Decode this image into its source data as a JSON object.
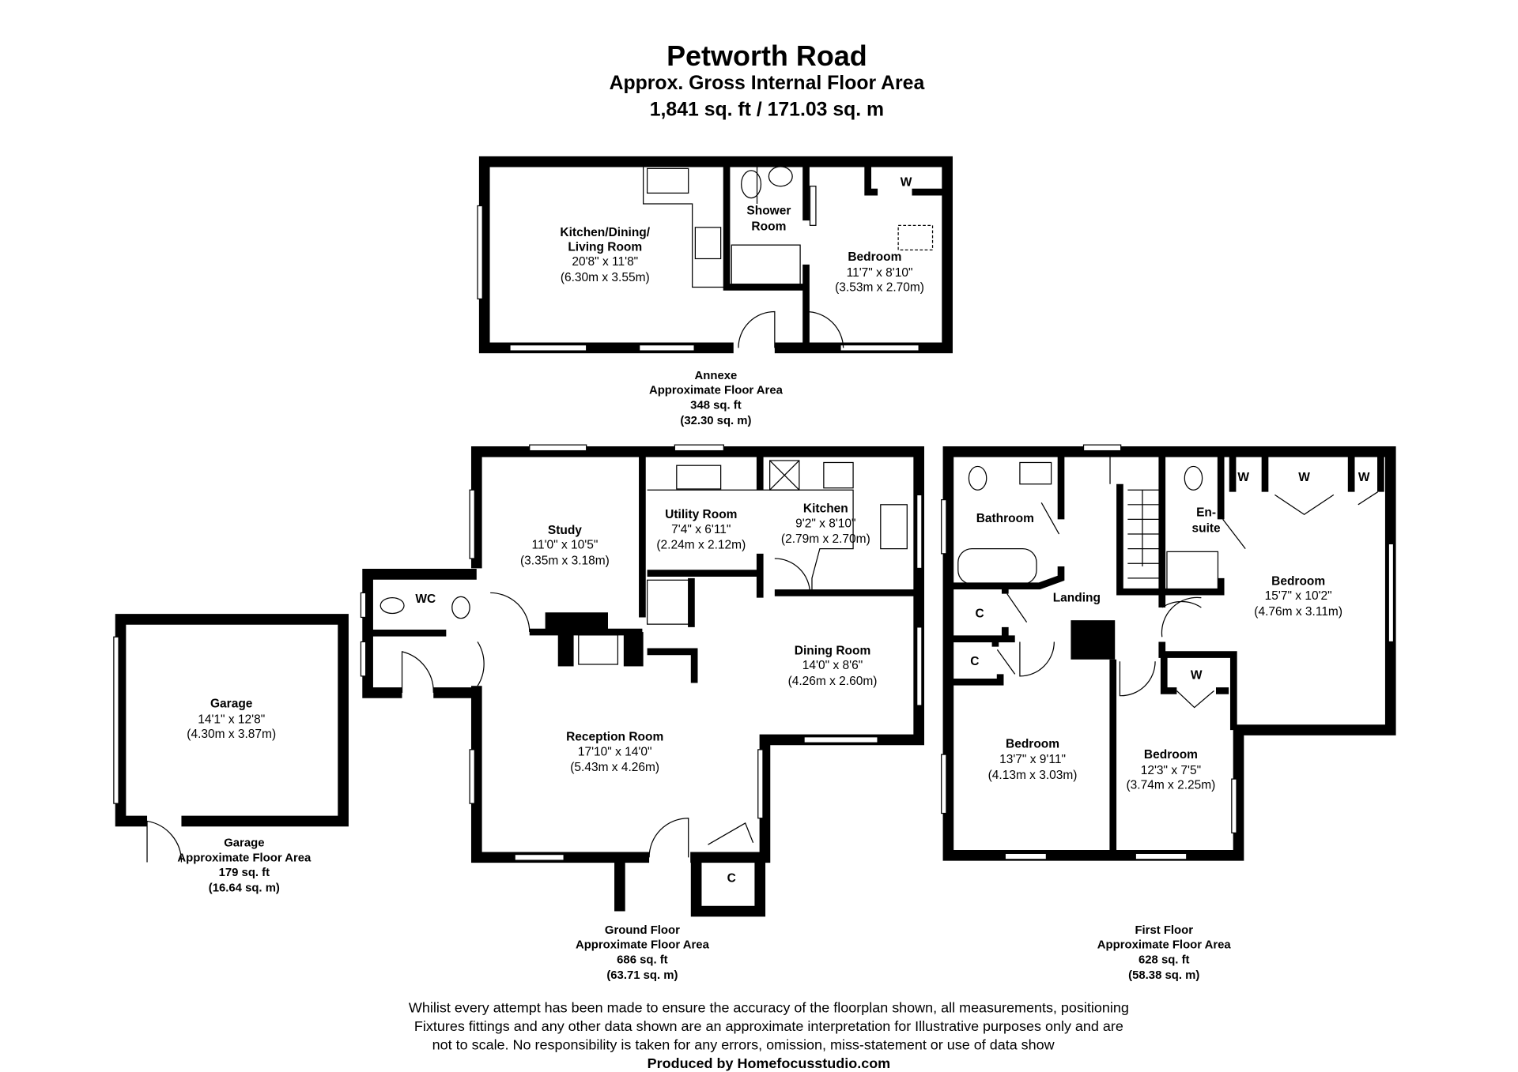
{
  "header": {
    "title": "Petworth Road",
    "subtitle": "Approx. Gross Internal Floor Area",
    "total_area": "1,841 sq. ft / 171.03 sq. m"
  },
  "annexe": {
    "rooms": [
      {
        "name1": "Kitchen/Dining/",
        "name2": "Living Room",
        "imperial": "20'8\" x 11'8\"",
        "metric": "(6.30m x 3.55m)"
      },
      {
        "name1": "Shower",
        "name2": "Room"
      },
      {
        "name1": "Bedroom",
        "imperial": "11'7\" x 8'10\"",
        "metric": "(3.53m x 2.70m)"
      }
    ],
    "wardrobe": "W",
    "area": {
      "name": "Annexe",
      "label": "Approximate Floor Area",
      "sqft": "348 sq. ft",
      "sqm": "(32.30 sq. m)"
    }
  },
  "garage": {
    "room": {
      "name": "Garage",
      "imperial": "14'1\" x 12'8\"",
      "metric": "(4.30m x 3.87m)"
    },
    "area": {
      "name": "Garage",
      "label": "Approximate Floor Area",
      "sqft": "179 sq. ft",
      "sqm": "(16.64 sq. m)"
    }
  },
  "ground_floor": {
    "rooms": [
      {
        "name": "Study",
        "imperial": "11'0\" x 10'5\"",
        "metric": "(3.35m x 3.18m)"
      },
      {
        "name": "Utility Room",
        "imperial": "7'4\" x 6'11\"",
        "metric": "(2.24m x 2.12m)"
      },
      {
        "name": "Kitchen",
        "imperial": "9'2\" x 8'10\"",
        "metric": "(2.79m x 2.70m)"
      },
      {
        "name": "Dining Room",
        "imperial": "14'0\" x 8'6\"",
        "metric": "(4.26m x 2.60m)"
      },
      {
        "name": "Reception Room",
        "imperial": "17'10\" x 14'0\"",
        "metric": "(5.43m x 4.26m)"
      }
    ],
    "wc": "WC",
    "cupboard": "C",
    "area": {
      "name": "Ground Floor",
      "label": "Approximate Floor Area",
      "sqft": "686 sq. ft",
      "sqm": "(63.71 sq. m)"
    }
  },
  "first_floor": {
    "rooms": [
      {
        "name": "Bathroom"
      },
      {
        "name": "Landing"
      },
      {
        "name1": "En-",
        "name2": "suite"
      },
      {
        "name": "Bedroom",
        "imperial": "15'7\" x 10'2\"",
        "metric": "(4.76m x 3.11m)"
      },
      {
        "name": "Bedroom",
        "imperial": "13'7\" x 9'11\"",
        "metric": "(4.13m x 3.03m)"
      },
      {
        "name": "Bedroom",
        "imperial": "12'3\" x 7'5\"",
        "metric": "(3.74m x 2.25m)"
      }
    ],
    "cupboard": "C",
    "wardrobe": "W",
    "area": {
      "name": "First Floor",
      "label": "Approximate Floor Area",
      "sqft": "628 sq. ft",
      "sqm": "(58.38 sq. m)"
    }
  },
  "footer": {
    "disclaimer1": "Whilist every attempt has been made to ensure the accuracy of the floorplan shown, all measurements, positioning",
    "disclaimer2": "Fixtures fittings and any other data shown are an approximate interpretation for Illustrative purposes only  and are",
    "disclaimer3": "not to scale. No responsibility is taken for any errors, omission, miss-statement or use of data show",
    "producer": "Produced by Homefocusstudio.com"
  }
}
